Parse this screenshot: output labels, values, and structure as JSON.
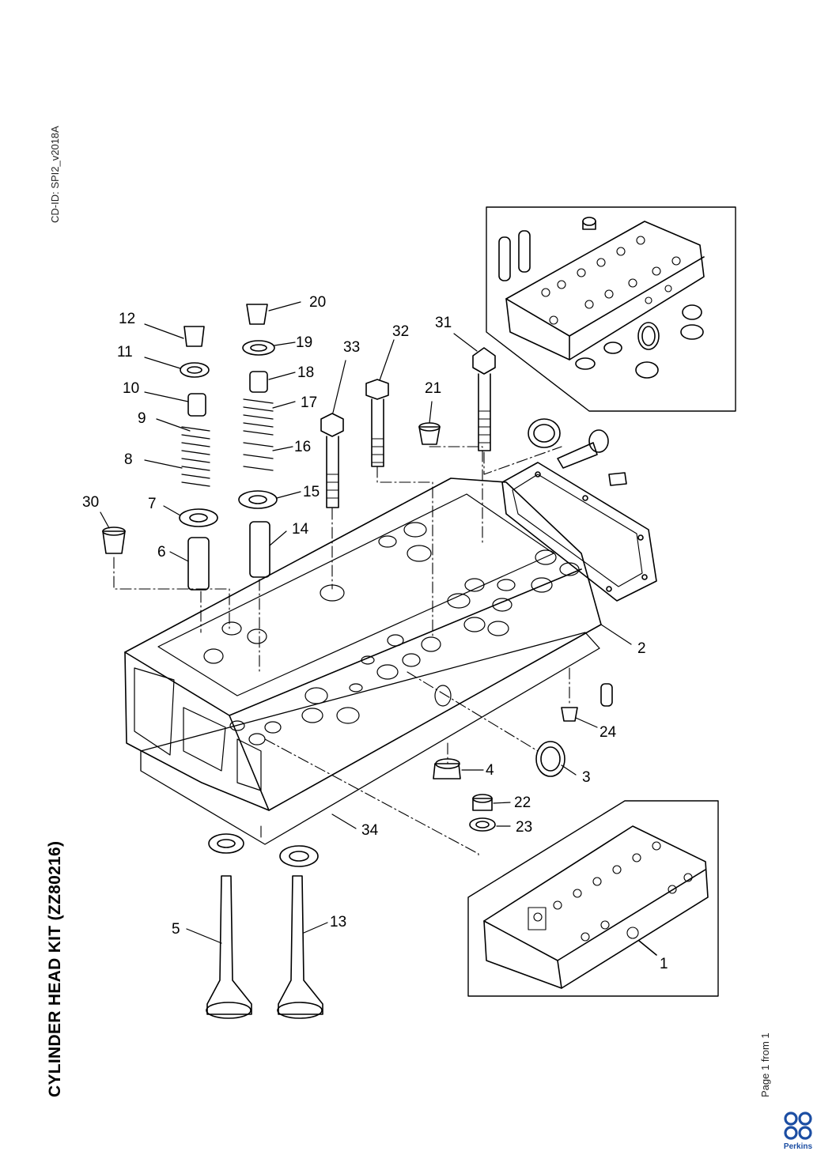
{
  "document": {
    "cd_id": "CD-ID: SPI2_v2018A",
    "title": "CYLINDER HEAD KIT (ZZ80216)",
    "page_info": "Page 1 from 1",
    "brand": "Perkins"
  },
  "callouts": {
    "c1": "1",
    "c2": "2",
    "c3": "3",
    "c4": "4",
    "c5": "5",
    "c6": "6",
    "c7": "7",
    "c8": "8",
    "c9": "9",
    "c10": "10",
    "c11": "11",
    "c12": "12",
    "c13": "13",
    "c14": "14",
    "c15": "15",
    "c16": "16",
    "c17": "17",
    "c18": "18",
    "c19": "19",
    "c20": "20",
    "c21": "21",
    "c22": "22",
    "c23": "23",
    "c24": "24",
    "c30": "30",
    "c31": "31",
    "c32": "32",
    "c33": "33",
    "c34": "34"
  },
  "colors": {
    "ink": "#000000",
    "brand": "#1c4ea3"
  }
}
